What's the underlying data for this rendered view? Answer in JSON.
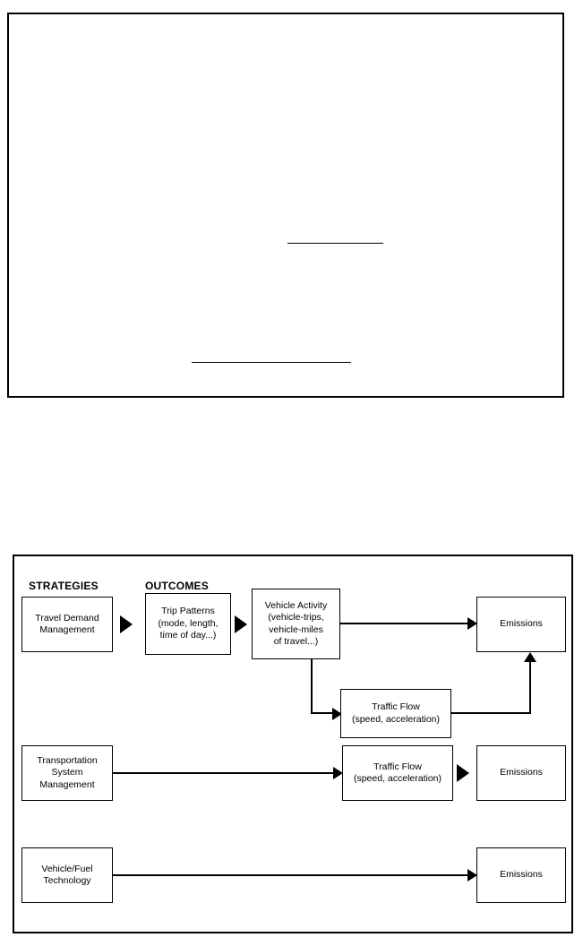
{
  "page": {
    "top_panel": {
      "rules": [
        "",
        ""
      ]
    },
    "diagram": {
      "column_headings": {
        "strategies": "STRATEGIES",
        "outcomes": "OUTCOMES"
      },
      "boxes": {
        "travel_demand_management": "Travel Demand\nManagement",
        "trip_patterns": "Trip Patterns\n(mode, length,\ntime of day...)",
        "vehicle_activity": "Vehicle Activity\n(vehicle-trips,\nvehicle-miles\nof travel...)",
        "traffic_flow_row1": "Traffic Flow\n(speed, acceleration)",
        "emissions_row1": "Emissions",
        "transportation_system_management": "Transportation\nSystem\nManagement",
        "traffic_flow_row2": "Traffic Flow\n(speed, acceleration)",
        "emissions_row2": "Emissions",
        "vehicle_fuel_technology": "Vehicle/Fuel\nTechnology",
        "emissions_row3": "Emissions"
      },
      "colors": {
        "stroke": "#000000",
        "background": "#ffffff"
      }
    }
  }
}
